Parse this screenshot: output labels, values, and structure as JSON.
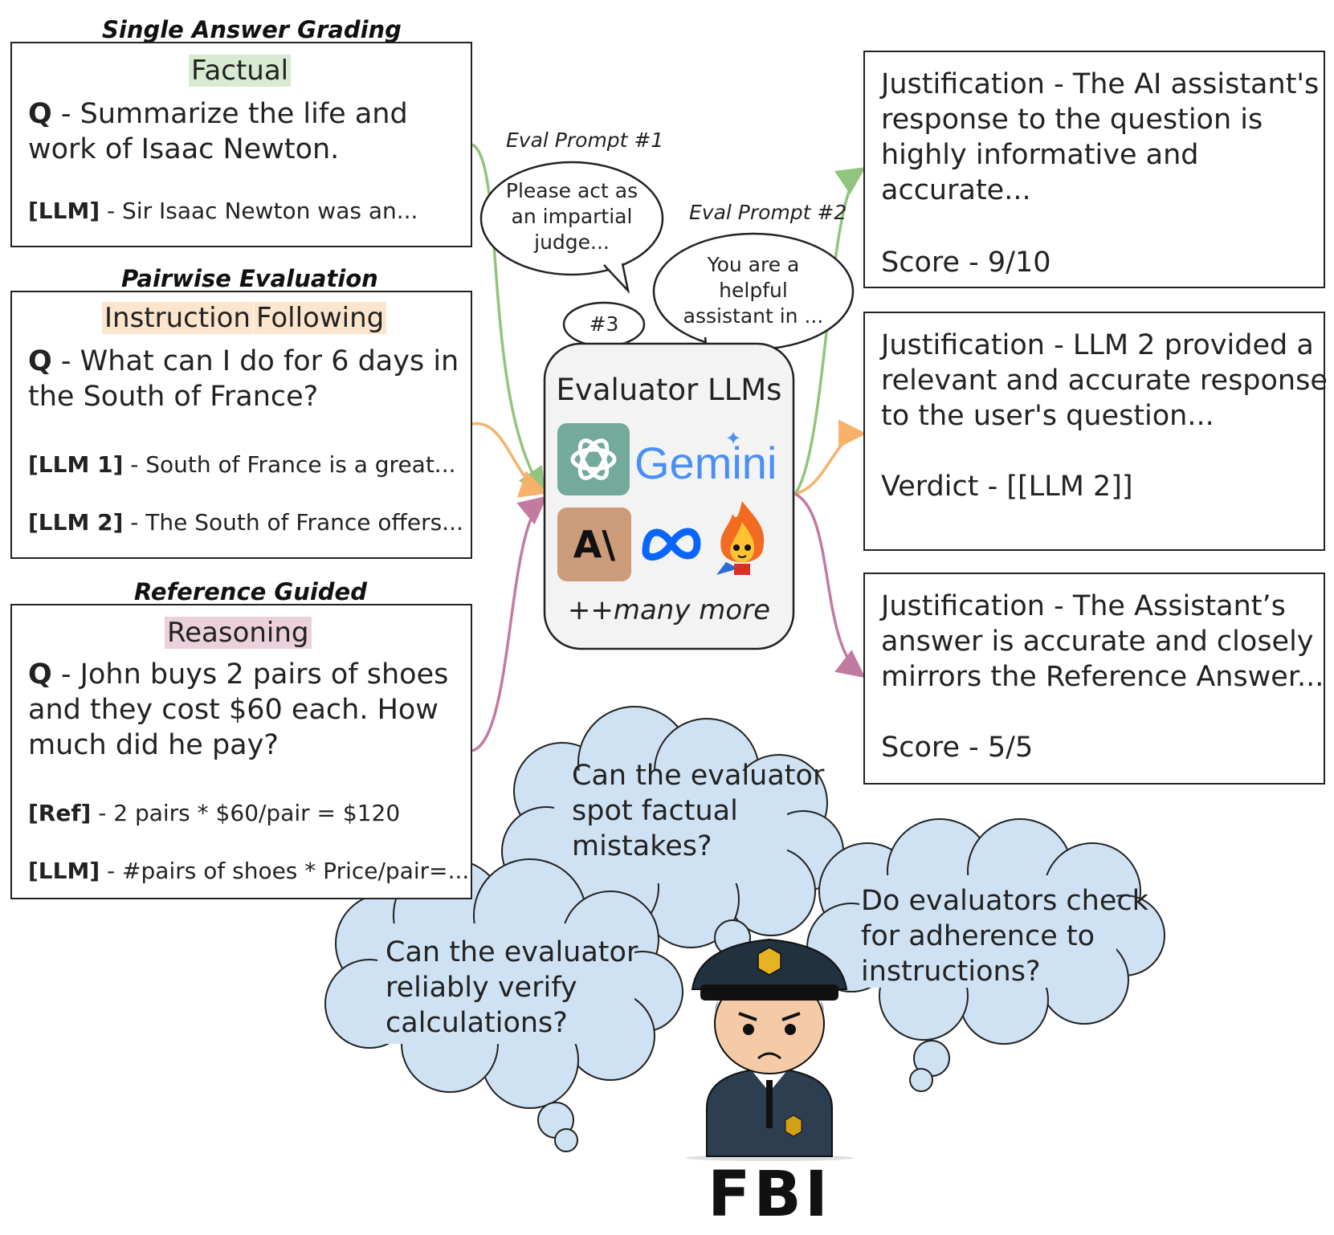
{
  "left": {
    "single": {
      "heading": "Single Answer Grading",
      "category": "Factual",
      "q_prefix": "Q",
      "q_lines": [
        "- Summarize the life and",
        "work of Isaac Newton."
      ],
      "responses": [
        {
          "tag": "[LLM]",
          "text": " - Sir Isaac Newton was an..."
        }
      ]
    },
    "pairwise": {
      "heading": "Pairwise Evaluation",
      "category_words": [
        "Instruction",
        "Following"
      ],
      "q_prefix": "Q",
      "q_lines": [
        "- What can I do for 6 days in",
        "the South of France?"
      ],
      "responses": [
        {
          "tag": "[LLM 1]",
          "text": " - South of France is a great..."
        },
        {
          "tag": "[LLM 2]",
          "text": " - The South of France offers..."
        }
      ]
    },
    "reference": {
      "heading": "Reference Guided",
      "category": "Reasoning",
      "q_prefix": "Q",
      "q_lines": [
        "- John buys 2 pairs of shoes",
        "and they cost $60 each.  How",
        "much did he pay?"
      ],
      "responses": [
        {
          "tag": "[Ref]",
          "text": " - 2 pairs * $60/pair = $120"
        },
        {
          "tag": "[LLM]",
          "text": " - #pairs of shoes * Price/pair=..."
        }
      ]
    }
  },
  "center": {
    "eval_prompt_1": "Eval Prompt #1",
    "eval_prompt_2": "Eval Prompt #2",
    "bubble_1": [
      "Please act as",
      "an impartial",
      "judge..."
    ],
    "bubble_2": [
      "You are a",
      "helpful",
      "assistant in ..."
    ],
    "bubble_3": "#3",
    "title": "Evaluator LLMs",
    "gemini": "Gemini",
    "anthropic": "A\\",
    "footer": "++many more",
    "logos": [
      "openai-icon",
      "gemini-icon",
      "anthropic-icon",
      "meta-icon",
      "fire-mascot-icon"
    ]
  },
  "right": [
    {
      "lines": [
        "Justification - The AI assistant's",
        "response to the question is",
        "highly informative and",
        "accurate..."
      ],
      "result": "Score - 9/10"
    },
    {
      "lines": [
        "Justification - LLM 2 provided a",
        "relevant and accurate response",
        "to the user's question..."
      ],
      "result": "Verdict - [[LLM 2]]"
    },
    {
      "lines": [
        "Justification - The Assistant’s",
        "answer is accurate and closely",
        "mirrors the Reference Answer..."
      ],
      "result": "Score - 5/5"
    }
  ],
  "thoughts": {
    "factual": [
      "Can the evaluator",
      "spot factual",
      "mistakes?"
    ],
    "calc": [
      "Can the evaluator",
      "reliably verify",
      "calculations?"
    ],
    "instr": [
      "Do evaluators check",
      "for adherence to",
      "instructions?"
    ]
  },
  "fbi": "FBI",
  "colors": {
    "factual_bg": "#d9ead3",
    "instruction_bg": "#fce5cd",
    "reasoning_bg": "#ead1dc",
    "green_arrow": "#93c47d",
    "orange_arrow": "#f6b26b",
    "pink_arrow": "#c27ba0",
    "cloud": "#cfe2f3",
    "eval_box": "#f3f3f3"
  }
}
